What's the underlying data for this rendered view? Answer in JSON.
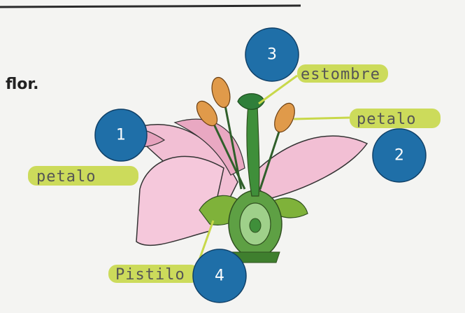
{
  "title_fragment": "flor.",
  "markers": [
    {
      "number": "1",
      "label": "petalo"
    },
    {
      "number": "2",
      "label": "petalo"
    },
    {
      "number": "3",
      "label": "estombre"
    },
    {
      "number": "4",
      "label": "Pistilo"
    }
  ],
  "colors": {
    "marker_fill": "#1f6fa8",
    "highlight": "#c8d84a",
    "petal": "#f2bfd4",
    "stem": "#3f8f3a"
  }
}
